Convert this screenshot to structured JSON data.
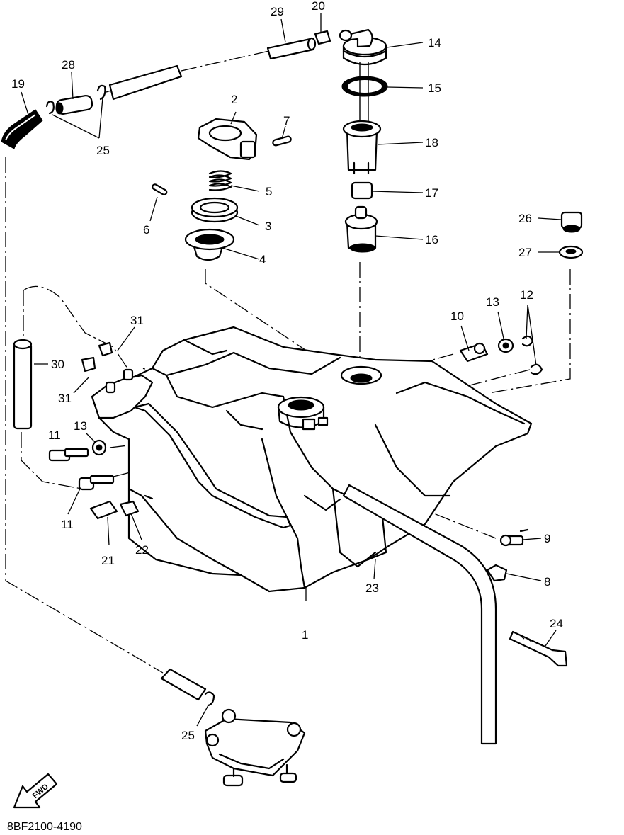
{
  "callouts": [
    "1",
    "2",
    "3",
    "4",
    "5",
    "6",
    "7",
    "8",
    "9",
    "10",
    "11",
    "11",
    "12",
    "13",
    "13",
    "14",
    "15",
    "16",
    "17",
    "18",
    "19",
    "20",
    "21",
    "22",
    "23",
    "24",
    "25",
    "25",
    "26",
    "27",
    "28",
    "29",
    "30",
    "31",
    "31"
  ],
  "drawing_code": "8BF2100-4190",
  "direction_arrow": "FWD"
}
